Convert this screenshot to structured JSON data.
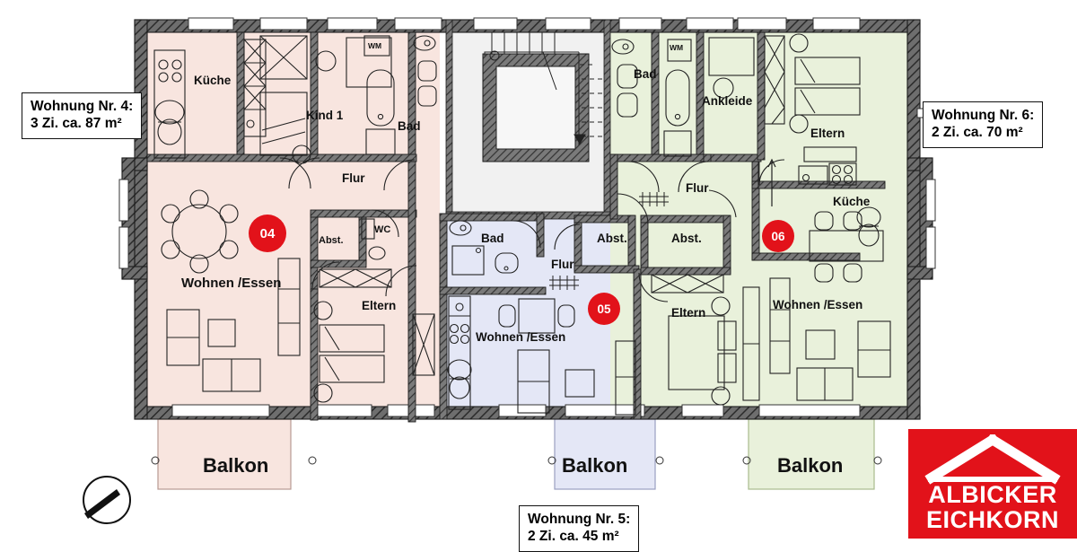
{
  "document": {
    "kind": "architectural-floor-plan",
    "language": "de"
  },
  "callouts": [
    {
      "id": "wohnung-4",
      "line1": "Wohnung Nr. 4:",
      "line2": "3 Zi. ca. 87 m²"
    },
    {
      "id": "wohnung-6",
      "line1": "Wohnung Nr. 6:",
      "line2": "2 Zi. ca. 70 m²"
    },
    {
      "id": "wohnung-5",
      "line1": "Wohnung Nr. 5:",
      "line2": "2 Zi. ca. 45 m²"
    }
  ],
  "logo": {
    "line1": "ALBICKER",
    "line2": "EICHKORN",
    "background": "#e2121a",
    "foreground": "#ffffff",
    "mark": "gable-roof-icon"
  },
  "apartments": [
    {
      "id": "04",
      "badge": "04",
      "fill": "#f8e5df",
      "stroke": "#b79a93",
      "rooms": [
        {
          "name": "Küche",
          "label": "Küche"
        },
        {
          "name": "Kind 1",
          "label": "Kind 1"
        },
        {
          "name": "Bad",
          "label": "Bad"
        },
        {
          "name": "WM",
          "label": "WM"
        },
        {
          "name": "Flur",
          "label": "Flur"
        },
        {
          "name": "Abst.",
          "label": "Abst."
        },
        {
          "name": "WC",
          "label": "WC"
        },
        {
          "name": "Wohnen /Essen",
          "label": "Wohnen /Essen"
        },
        {
          "name": "Eltern",
          "label": "Eltern"
        },
        {
          "name": "Balkon",
          "label": "Balkon"
        }
      ]
    },
    {
      "id": "05",
      "badge": "05",
      "fill": "#e4e7f6",
      "stroke": "#9aa0c0",
      "rooms": [
        {
          "name": "Bad",
          "label": "Bad"
        },
        {
          "name": "Flur",
          "label": "Flur"
        },
        {
          "name": "Abst.",
          "label": "Abst."
        },
        {
          "name": "Wohnen /Essen",
          "label": "Wohnen /Essen"
        },
        {
          "name": "Eltern",
          "label": "Eltern"
        },
        {
          "name": "Balkon",
          "label": "Balkon"
        }
      ]
    },
    {
      "id": "06",
      "badge": "06",
      "fill": "#e9f1db",
      "stroke": "#a9bb8e",
      "rooms": [
        {
          "name": "Bad",
          "label": "Bad"
        },
        {
          "name": "WM",
          "label": "WM"
        },
        {
          "name": "Ankleide",
          "label": "Ankleide"
        },
        {
          "name": "Eltern",
          "label": "Eltern"
        },
        {
          "name": "Flur",
          "label": "Flur"
        },
        {
          "name": "Abst.",
          "label": "Abst."
        },
        {
          "name": "Küche",
          "label": "Küche"
        },
        {
          "name": "Wohnen /Essen",
          "label": "Wohnen /Essen"
        },
        {
          "name": "Balkon",
          "label": "Balkon"
        }
      ]
    }
  ],
  "room_labels": {
    "a04_kueche": "Küche",
    "a04_kind1": "Kind 1",
    "a04_bad": "Bad",
    "a04_wm": "WM",
    "a04_flur": "Flur",
    "a04_abst": "Abst.",
    "a04_wc": "WC",
    "a04_wohnen": "Wohnen /Essen",
    "a04_eltern": "Eltern",
    "a04_balkon": "Balkon",
    "a05_bad": "Bad",
    "a05_flur": "Flur",
    "a05_abst": "Abst.",
    "a05_wohnen": "Wohnen /Essen",
    "a05_eltern": "Eltern",
    "a05_balkon": "Balkon",
    "a06_bad": "Bad",
    "a06_wm": "WM",
    "a06_ankleide": "Ankleide",
    "a06_eltern": "Eltern",
    "a06_flur": "Flur",
    "a06_abst": "Abst.",
    "a06_kueche": "Küche",
    "a06_wohnen": "Wohnen /Essen",
    "a06_balkon": "Balkon"
  },
  "badges": {
    "a04": "04",
    "a05": "05",
    "a06": "06"
  },
  "compass": {
    "name": "north-arrow-compass",
    "description": "circle with needle"
  },
  "colors": {
    "wall": "#4a4a4a",
    "wall_hatch": "#2b2b2b",
    "outline": "#111111",
    "accent_red": "#e2121a",
    "stair_fill": "#f0f0f0",
    "apt04": "#f8e5df",
    "apt05": "#e4e7f6",
    "apt06": "#e9f1db",
    "page_bg": "#ffffff"
  }
}
